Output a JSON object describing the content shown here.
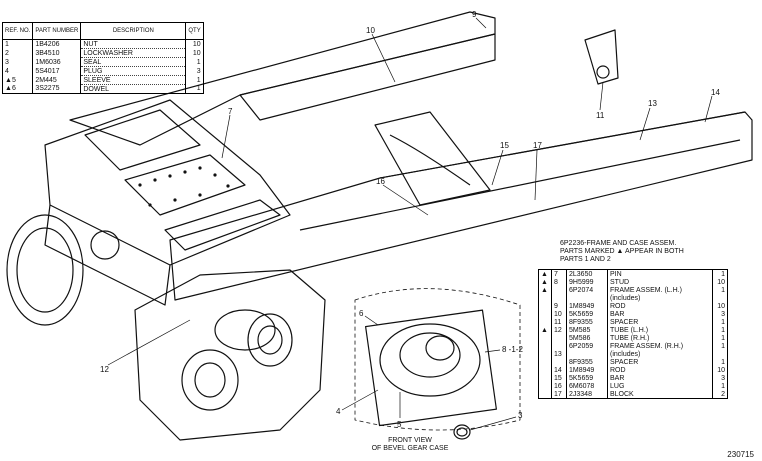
{
  "top_table": {
    "headers": {
      "ref": "REF. NO.",
      "part": "PART NUMBER",
      "desc": "DESCRIPTION",
      "qty": "QTY"
    },
    "rows": [
      {
        "mark": "",
        "ref": "1",
        "part": "1B4206",
        "desc": "NUT",
        "qty": "10"
      },
      {
        "mark": "",
        "ref": "2",
        "part": "3B4510",
        "desc": "LOCKWASHER",
        "qty": "10"
      },
      {
        "mark": "",
        "ref": "3",
        "part": "1M6036",
        "desc": "SEAL",
        "qty": "1"
      },
      {
        "mark": "",
        "ref": "4",
        "part": "5S4017",
        "desc": "PLUG",
        "qty": "3"
      },
      {
        "mark": "▲",
        "ref": "5",
        "part": "2M445",
        "desc": "SLEEVE",
        "qty": "1"
      },
      {
        "mark": "▲",
        "ref": "6",
        "part": "3S2275",
        "desc": "DOWEL",
        "qty": "1"
      }
    ]
  },
  "assembly_note": {
    "line1": "6P2236-FRAME AND CASE ASSEM.",
    "line2": "PARTS MARKED ▲ APPEAR IN BOTH",
    "line3": "PARTS 1 AND 2"
  },
  "right_table": {
    "rows": [
      {
        "mark": "▲",
        "ref": "7",
        "part": "2L3650",
        "desc": "PIN",
        "qty": "1"
      },
      {
        "mark": "▲",
        "ref": "8",
        "part": "9H5999",
        "desc": "STUD",
        "qty": "10"
      },
      {
        "mark": "▲",
        "ref": "",
        "part": "6P2074",
        "desc": "FRAME ASSEM. (L.H.)",
        "qty": "1"
      },
      {
        "mark": "",
        "ref": "",
        "part": "",
        "desc": "(includes)",
        "qty": ""
      },
      {
        "mark": "",
        "ref": "9",
        "part": "1M8949",
        "desc": "ROD",
        "qty": "10"
      },
      {
        "mark": "",
        "ref": "10",
        "part": "5K5659",
        "desc": "BAR",
        "qty": "3"
      },
      {
        "mark": "",
        "ref": "11",
        "part": "8F9355",
        "desc": "SPACER",
        "qty": "1"
      },
      {
        "mark": "▲",
        "ref": "12",
        "part": "5M585",
        "desc": "TUBE (L.H.)",
        "qty": "1"
      },
      {
        "mark": "",
        "ref": "",
        "part": "5M586",
        "desc": "TUBE (R.H.)",
        "qty": "1"
      },
      {
        "mark": "",
        "ref": "",
        "part": "6P2059",
        "desc": "FRAME ASSEM. (R.H.)",
        "qty": "1"
      },
      {
        "mark": "",
        "ref": "13",
        "part": "",
        "desc": "(includes)",
        "qty": ""
      },
      {
        "mark": "",
        "ref": "",
        "part": "8F9355",
        "desc": "SPACER",
        "qty": "1"
      },
      {
        "mark": "",
        "ref": "14",
        "part": "1M8949",
        "desc": "ROD",
        "qty": "10"
      },
      {
        "mark": "",
        "ref": "15",
        "part": "5K5659",
        "desc": "BAR",
        "qty": "3"
      },
      {
        "mark": "",
        "ref": "16",
        "part": "6M6078",
        "desc": "LUG",
        "qty": "1"
      },
      {
        "mark": "",
        "ref": "17",
        "part": "2J3348",
        "desc": "BLOCK",
        "qty": "2"
      }
    ]
  },
  "callouts": [
    "1",
    "2",
    "3",
    "4",
    "5",
    "6",
    "7",
    "8",
    "9",
    "10",
    "11",
    "12",
    "13",
    "14",
    "15",
    "16",
    "17"
  ],
  "callout_8_1_2": "8 -1-2",
  "caption": {
    "line1": "FRONT VIEW",
    "line2": "OF BEVEL GEAR CASE"
  },
  "plate_number": "230715"
}
